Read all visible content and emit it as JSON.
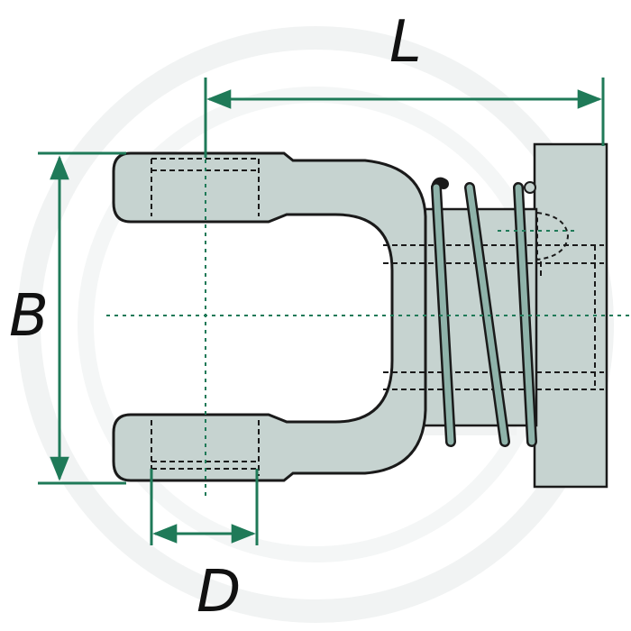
{
  "labels": {
    "length": "L",
    "width": "B",
    "diameter": "D"
  },
  "colors": {
    "part_fill": "#c6d3d0",
    "outline": "#1a1a1a",
    "dimension_line": "#1f7a58",
    "centerline": "#1f7a58",
    "spring": "#8fb3aa",
    "watermark": "#eef1f1"
  }
}
